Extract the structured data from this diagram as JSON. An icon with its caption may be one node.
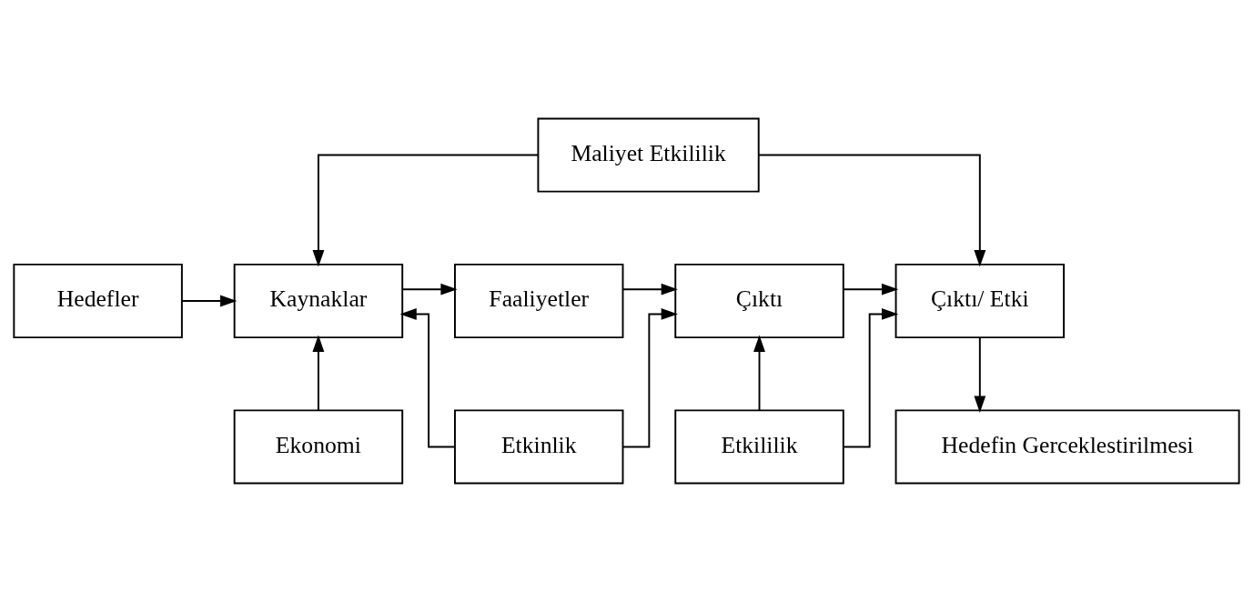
{
  "diagram": {
    "nodes": [
      {
        "text": [
          "Maliyet Etkililik"
        ]
      },
      {
        "text": [
          "Hedefler"
        ]
      },
      {
        "text": [
          "Kaynaklar"
        ]
      },
      {
        "text": [
          "Faaliyetler"
        ]
      },
      {
        "text": [
          "Çıktı"
        ]
      },
      {
        "text": [
          "Çıktı/ Etki"
        ]
      },
      {
        "text": [
          "Ekonomi"
        ]
      },
      {
        "text": [
          "Etkinlik"
        ]
      },
      {
        "text": [
          "Etkililik"
        ]
      },
      {
        "text": [
          "Hedefin Gerceklestirilmesi"
        ]
      }
    ],
    "edges": [
      {
        "from": 0,
        "to": 2,
        "arrow": "to"
      },
      {
        "from": 0,
        "to": 5,
        "arrow": "to"
      },
      {
        "from": 1,
        "to": 2,
        "arrow": "to"
      },
      {
        "from": 2,
        "to": 3,
        "arrow": "to"
      },
      {
        "from": 3,
        "to": 4,
        "arrow": "to"
      },
      {
        "from": 4,
        "to": 5,
        "arrow": "to"
      },
      {
        "from": 6,
        "to": 2,
        "arrow": "to"
      },
      {
        "from": 7,
        "to": 2,
        "arrow": "to"
      },
      {
        "from": 7,
        "to": 4,
        "arrow": "to"
      },
      {
        "from": 8,
        "to": 4,
        "arrow": "to"
      },
      {
        "from": 8,
        "to": 5,
        "arrow": "to"
      },
      {
        "from": 5,
        "to": 9,
        "arrow": "to"
      }
    ]
  }
}
